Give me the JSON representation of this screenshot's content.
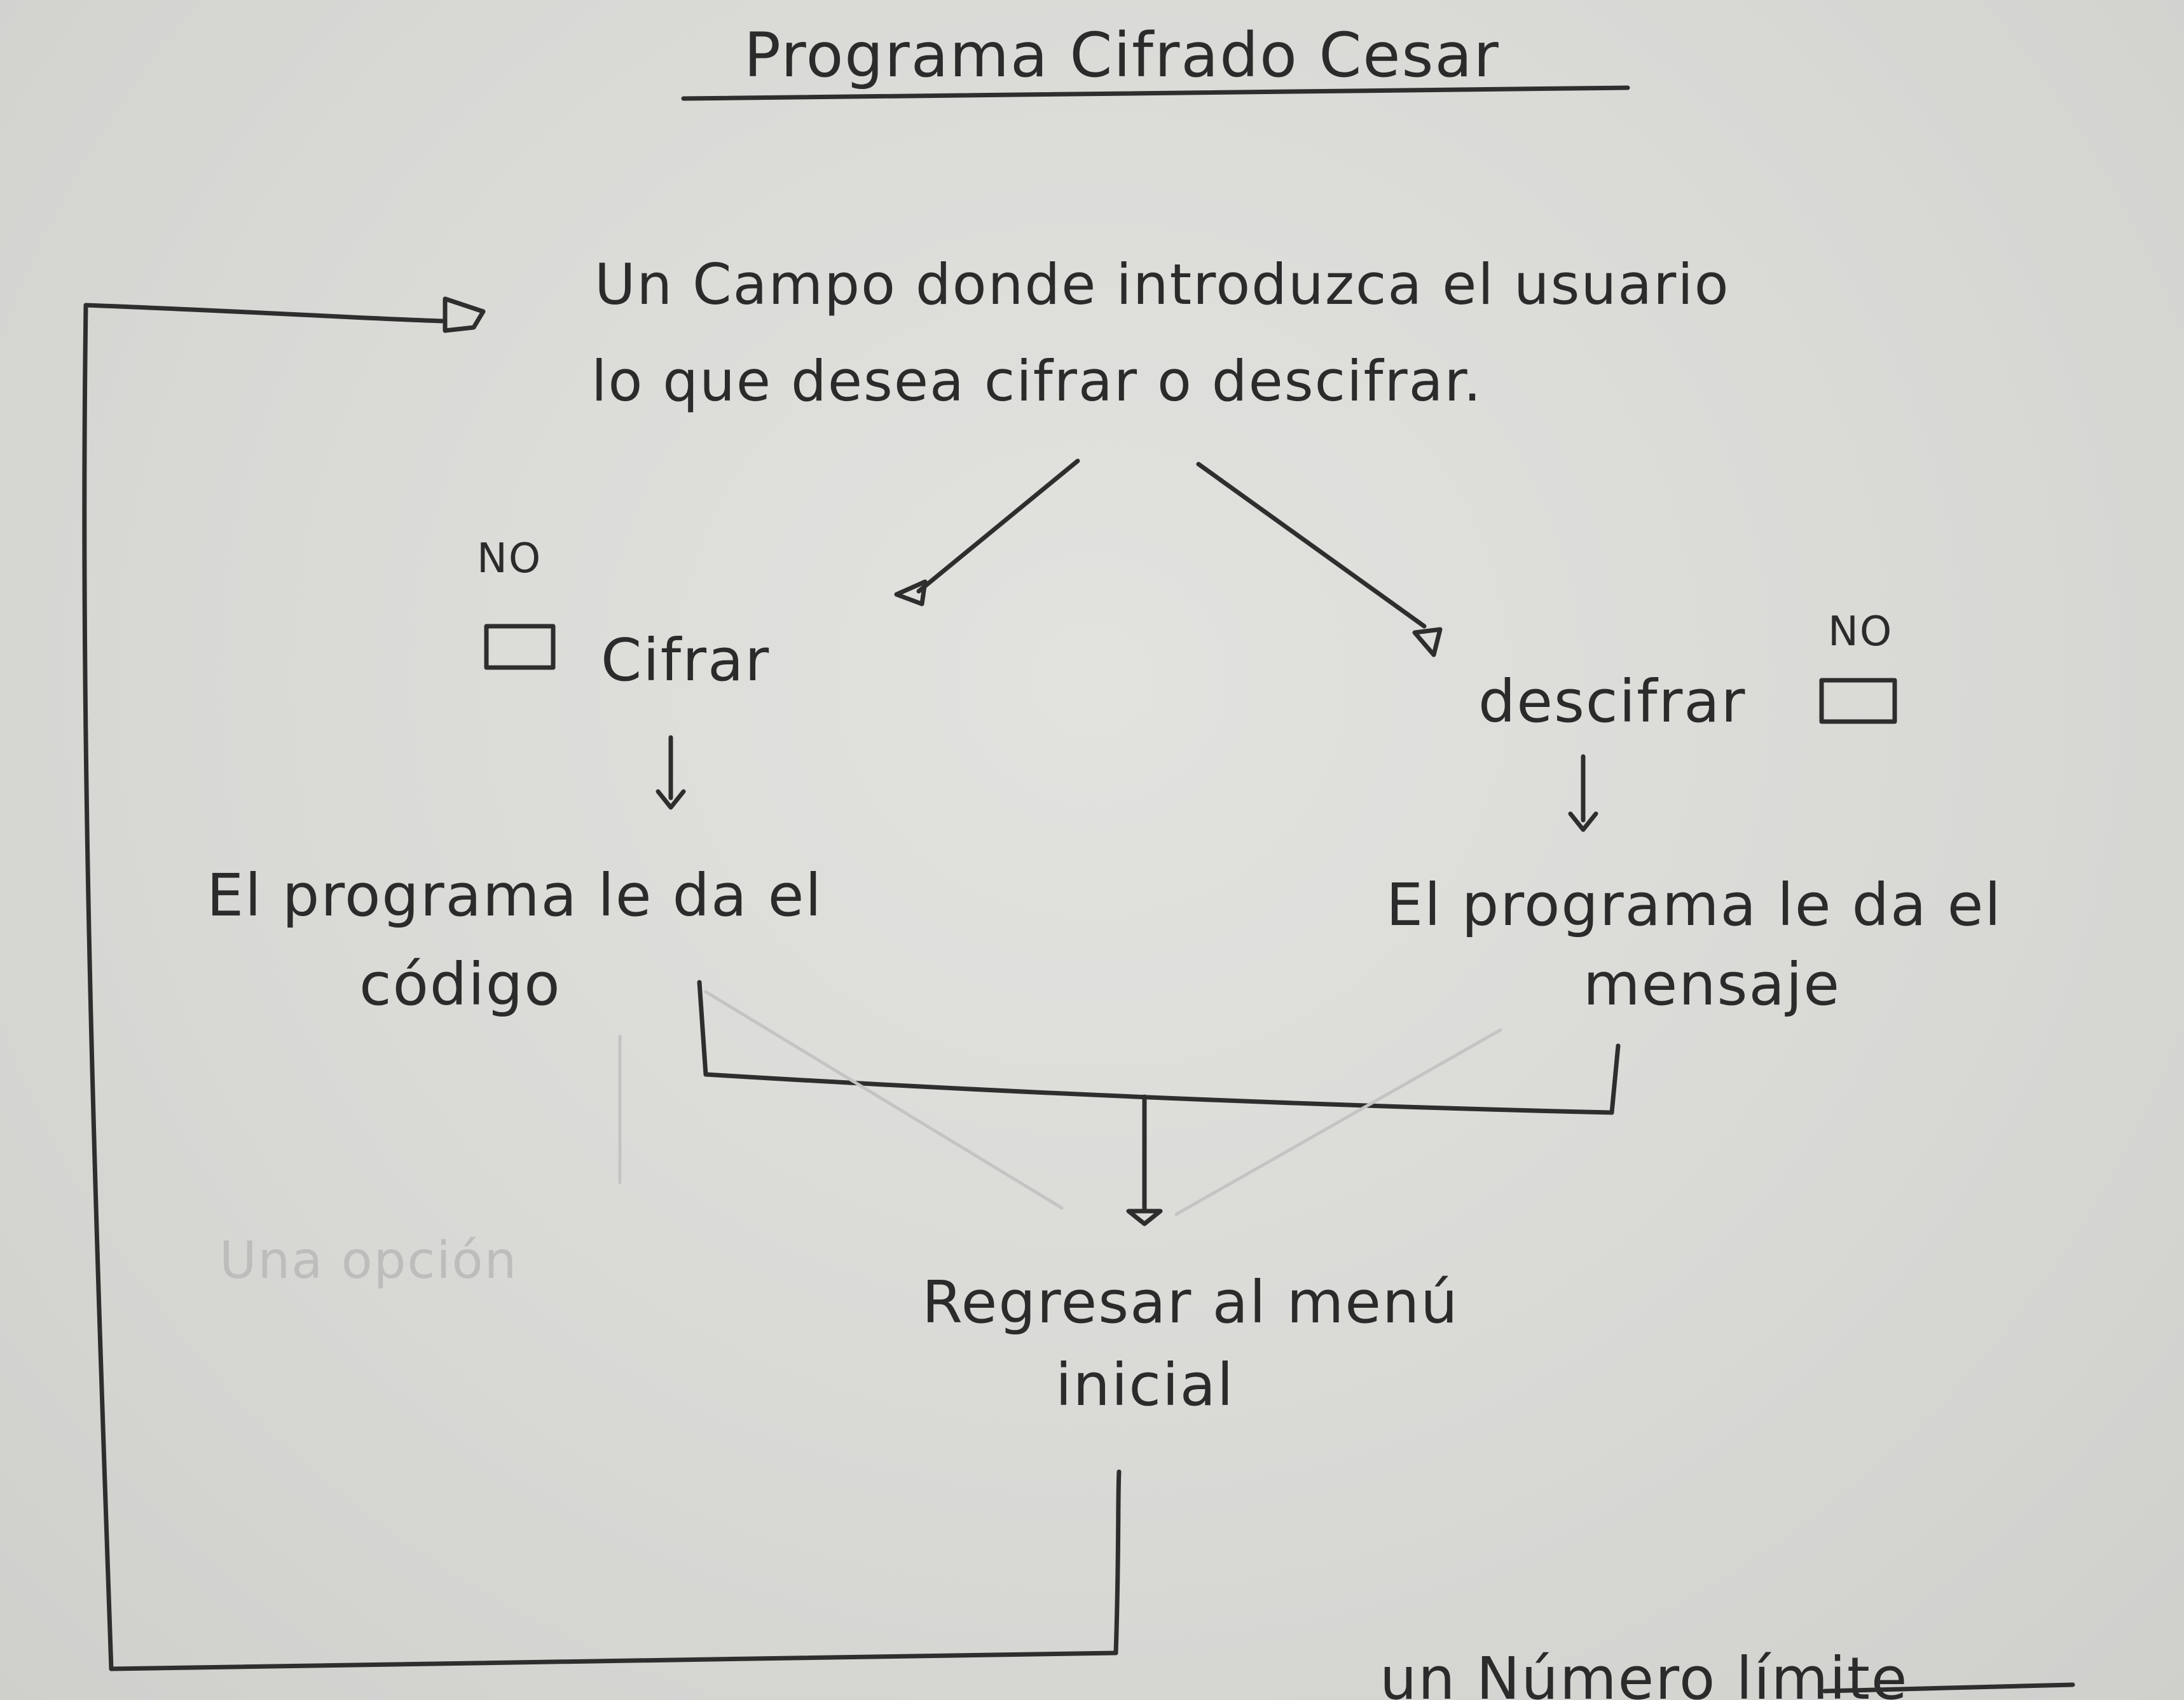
{
  "title": "Programa Cifrado Cesar",
  "input_prompt": {
    "line1": "Un Campo donde introduzca el usuario",
    "line2": "lo que desea cifrar o descifrar."
  },
  "left_branch": {
    "checkbox_mark": "NO",
    "option_label": "Cifrar",
    "result_line1": "El programa le da el",
    "result_line2": "código"
  },
  "right_branch": {
    "checkbox_mark": "NO",
    "option_label": "descifrar",
    "result_line1": "El programa le da el",
    "result_line2": "mensaje"
  },
  "return_step": {
    "line1": "Regresar al menú",
    "line2": "inicial"
  },
  "faded_text": "Una opción",
  "bottom_note": "un Número límite"
}
